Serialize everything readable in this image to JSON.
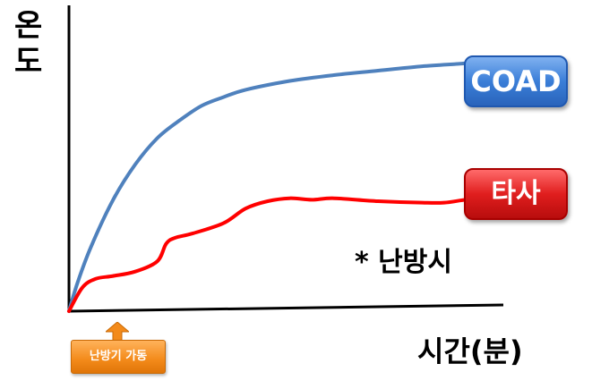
{
  "chart_data": {
    "type": "line",
    "title": "",
    "ylabel": "온도",
    "xlabel": "시간(분)",
    "annotation": "* 난방시",
    "start_marker_label": "난방기 가동",
    "xlim": [
      0,
      100
    ],
    "ylim": [
      0,
      100
    ],
    "grid": false,
    "series": [
      {
        "name": "COAD",
        "color": "#4f81bd",
        "x": [
          0,
          2,
          5,
          10,
          15,
          20,
          25,
          30,
          35,
          40,
          50,
          60,
          70,
          80,
          90,
          94
        ],
        "y": [
          0,
          10,
          22,
          38,
          50,
          59,
          65,
          70,
          73,
          75.5,
          78.5,
          80.5,
          82,
          83.5,
          84.5,
          85
        ]
      },
      {
        "name": "타사",
        "color": "#ff0000",
        "x": [
          0,
          3,
          6,
          10,
          15,
          20,
          22,
          24,
          28,
          35,
          40,
          45,
          50,
          55,
          60,
          70,
          80,
          85,
          90,
          94
        ],
        "y": [
          0,
          8,
          11,
          12,
          13.5,
          17,
          23,
          25,
          26.5,
          30,
          35,
          37.5,
          38.5,
          38,
          38.5,
          37.5,
          37,
          37,
          38,
          38
        ]
      }
    ],
    "legend_placement": "right"
  },
  "colors": {
    "axis": "#000000",
    "coad_badge": "#3a7ed8",
    "other_badge": "#e01e1e",
    "start_box": "#f38a1a"
  }
}
